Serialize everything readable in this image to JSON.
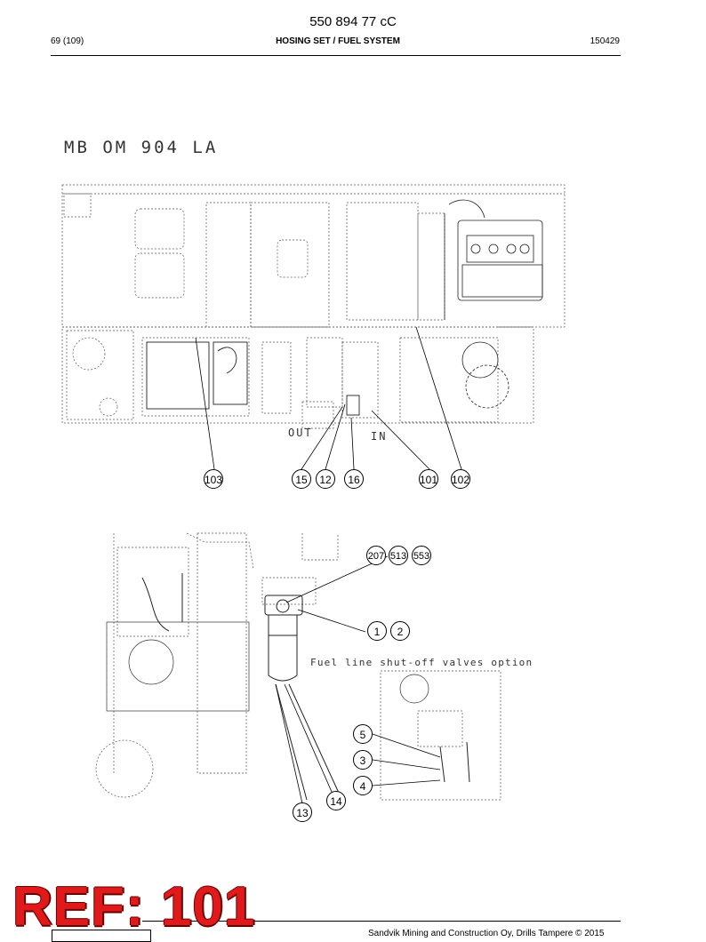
{
  "header": {
    "doc_number": "550 894 77 cC",
    "page": "69 (109)",
    "title": "HOSING SET / FUEL SYSTEM",
    "date": "150429"
  },
  "drawing": {
    "engine_label": "MB OM 904 LA",
    "out_label": "OUT",
    "in_label": "IN",
    "note": "Fuel line shut-off valves option",
    "callouts_top": [
      "103",
      "15",
      "12",
      "16",
      "101",
      "102"
    ],
    "callouts_group": [
      "207",
      "513",
      "553"
    ],
    "callouts_bottom": [
      "1",
      "2",
      "5",
      "3",
      "4",
      "14",
      "13"
    ]
  },
  "stamp": {
    "text": "REF: 101"
  },
  "footer": {
    "copyright": "Sandvik Mining and Construction Oy, Drills Tampere © 2015"
  }
}
